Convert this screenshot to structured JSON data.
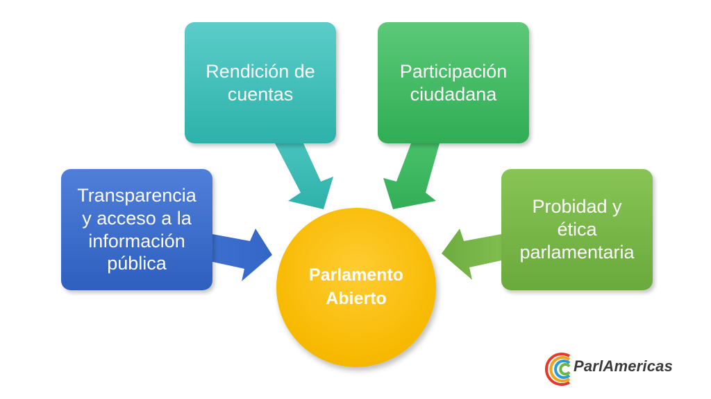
{
  "diagram": {
    "center": {
      "line1": "Parlamento",
      "line2": "Abierto"
    },
    "nodes": {
      "rendicion": {
        "lines": [
          "Rendición de",
          "cuentas"
        ],
        "color": "#3cbcb6"
      },
      "participacion": {
        "lines": [
          "Participación",
          "ciudadana"
        ],
        "color": "#3fb963"
      },
      "transparencia": {
        "lines": [
          "Transparencia",
          "y acceso a la",
          "información",
          "pública"
        ],
        "color": "#3b6fcc"
      },
      "probidad": {
        "lines": [
          "Probidad y",
          "ética",
          "parlamentaria"
        ],
        "color": "#78b646"
      }
    },
    "center_color": "#f5b800"
  },
  "logo": {
    "text": "ParlAmericas"
  }
}
